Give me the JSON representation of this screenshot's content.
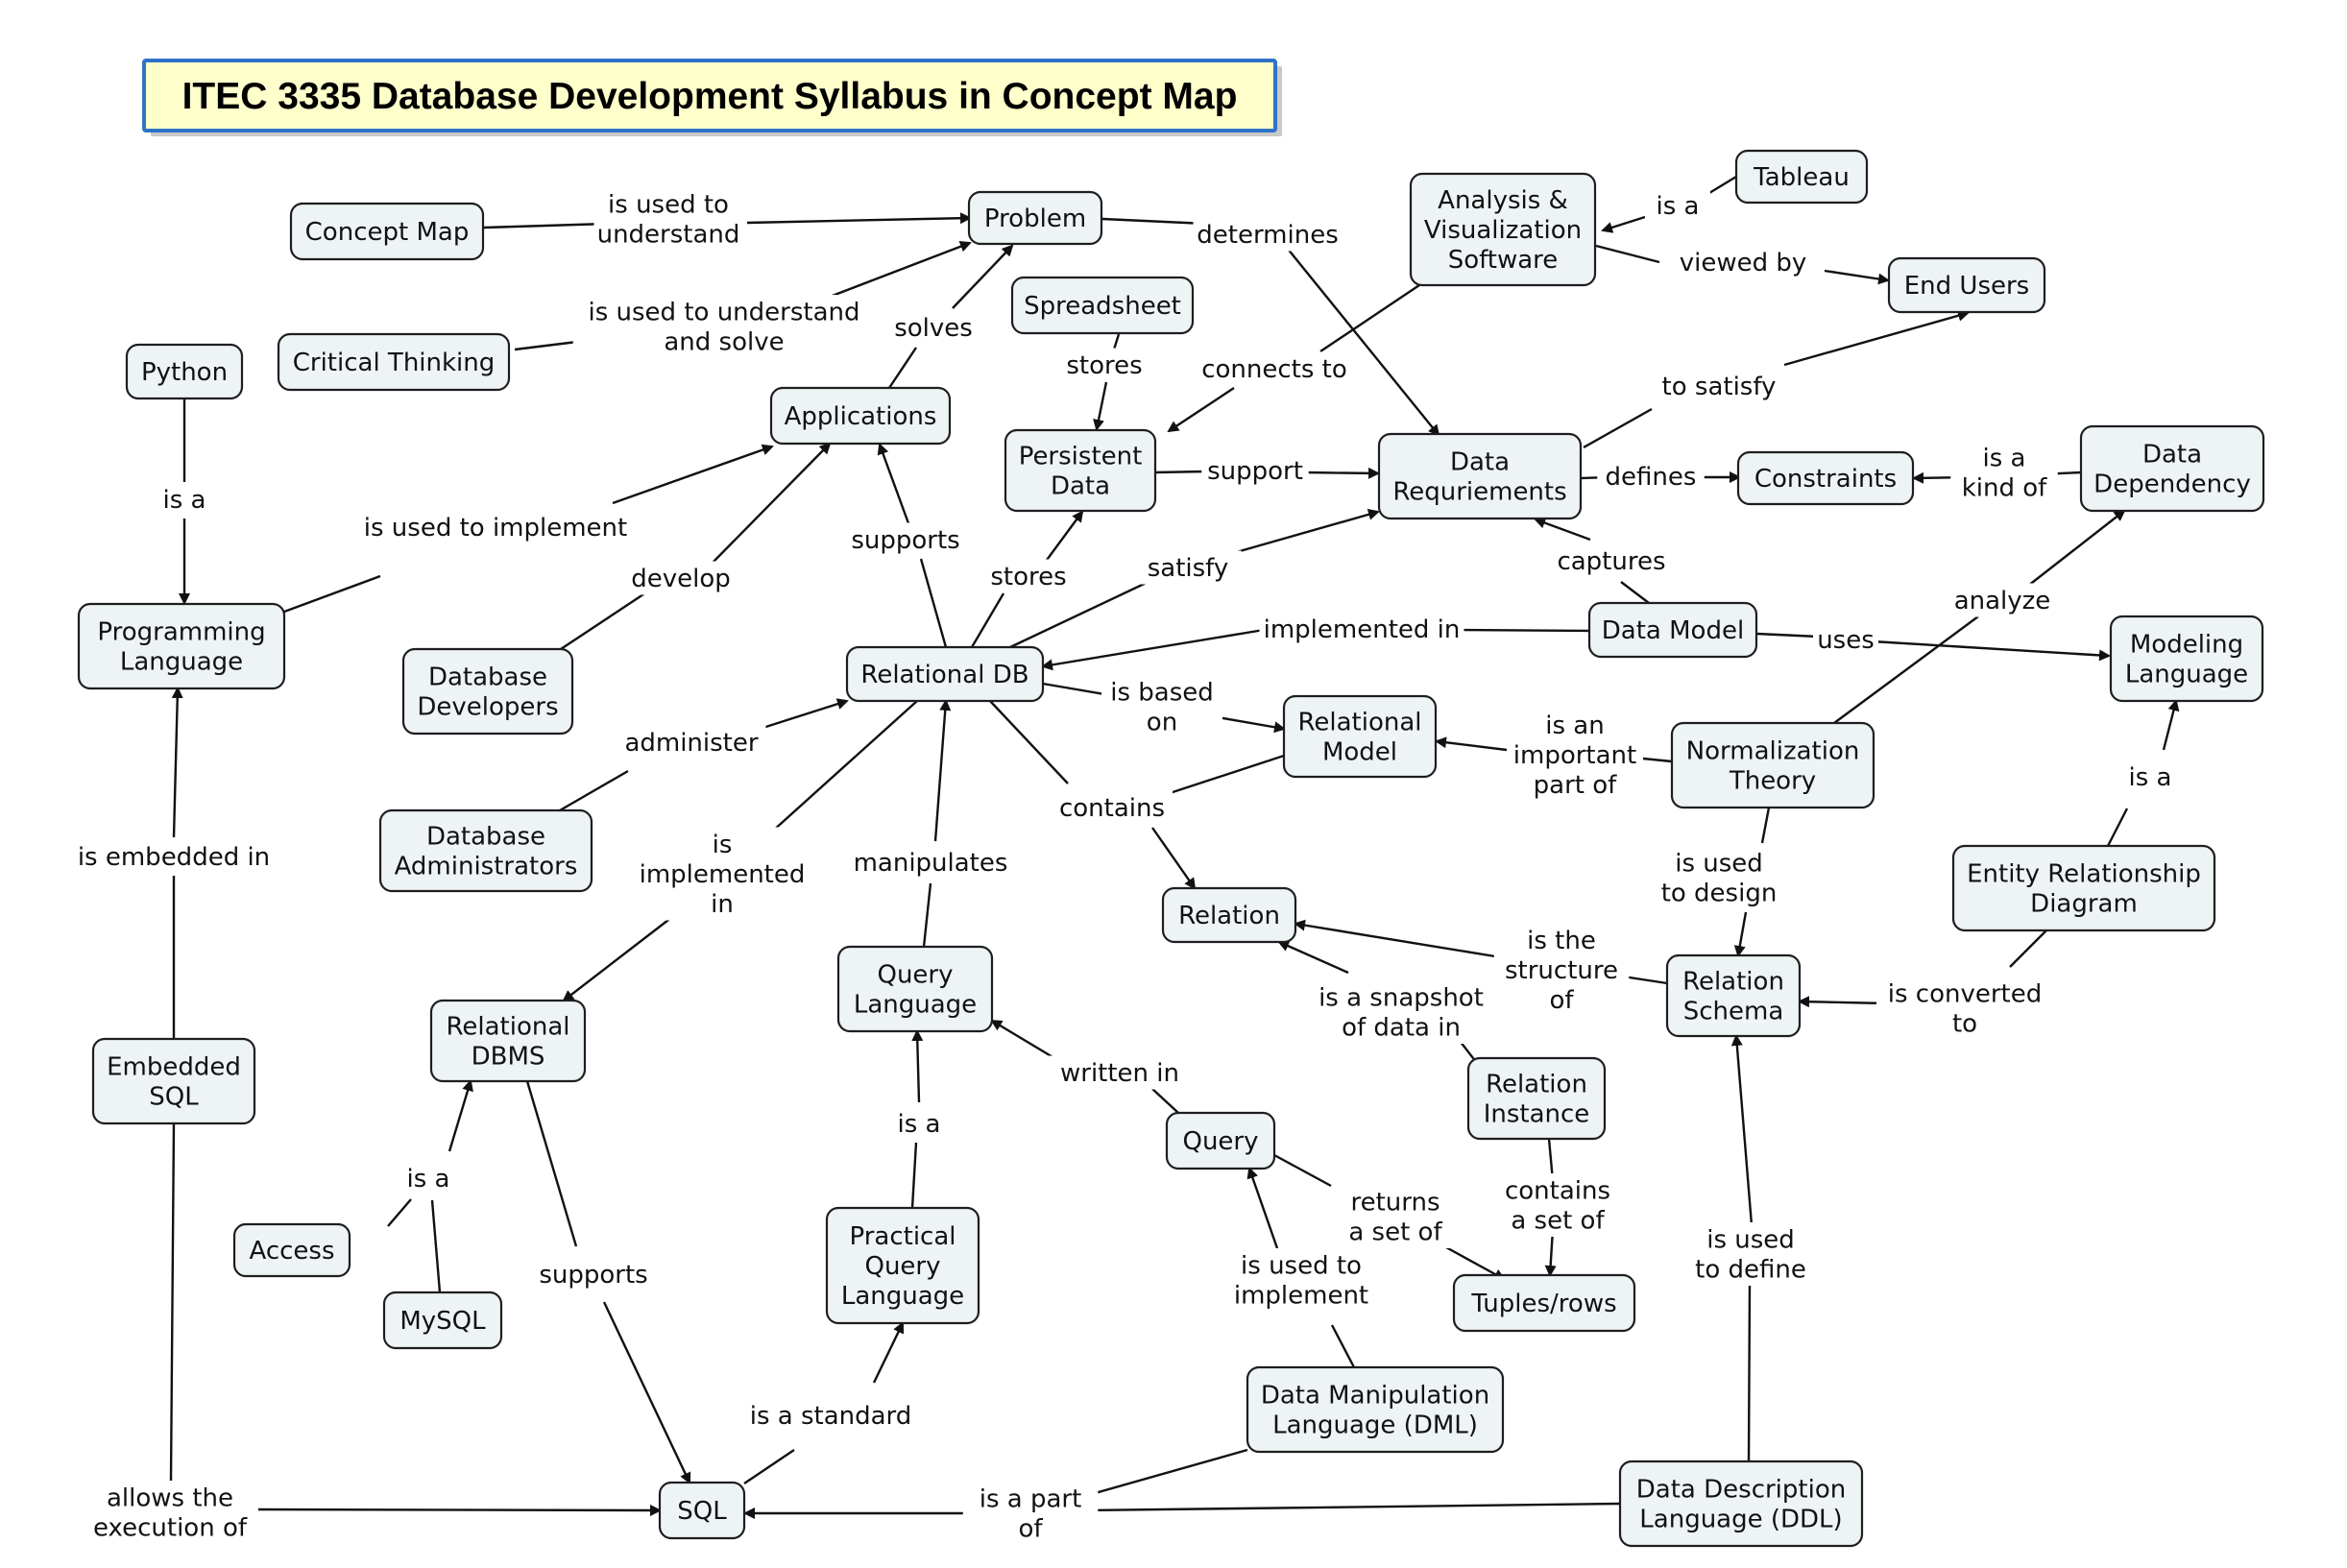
{
  "title": "ITEC 3335 Database Development Syllabus in Concept Map",
  "concepts": {
    "concept_map": [
      "Concept Map"
    ],
    "problem": [
      "Problem"
    ],
    "critical_thinking": [
      "Critical Thinking"
    ],
    "python": [
      "Python"
    ],
    "applications": [
      "Applications"
    ],
    "spreadsheet": [
      "Spreadsheet"
    ],
    "persistent_data": [
      "Persistent",
      "Data"
    ],
    "analysis_software": [
      "Analysis &",
      "Visualization",
      "Software"
    ],
    "tableau": [
      "Tableau"
    ],
    "end_users": [
      "End Users"
    ],
    "data_requirements": [
      "Data",
      "Requriements"
    ],
    "constraints": [
      "Constraints"
    ],
    "data_dependency": [
      "Data",
      "Dependency"
    ],
    "programming_language": [
      "Programming",
      "Language"
    ],
    "database_developers": [
      "Database",
      "Developers"
    ],
    "relational_db": [
      "Relational DB"
    ],
    "data_model": [
      "Data Model"
    ],
    "modeling_language": [
      "Modeling",
      "Language"
    ],
    "relational_model": [
      "Relational",
      "Model"
    ],
    "normalization_theory": [
      "Normalization",
      "Theory"
    ],
    "database_administrators": [
      "Database",
      "Administrators"
    ],
    "relation": [
      "Relation"
    ],
    "erd": [
      "Entity Relationship",
      "Diagram"
    ],
    "query_language": [
      "Query",
      "Language"
    ],
    "relation_schema": [
      "Relation",
      "Schema"
    ],
    "relational_dbms": [
      "Relational",
      "DBMS"
    ],
    "embedded_sql": [
      "Embedded",
      "SQL"
    ],
    "relation_instance": [
      "Relation",
      "Instance"
    ],
    "query": [
      "Query"
    ],
    "access": [
      "Access"
    ],
    "practical_query_language": [
      "Practical",
      "Query",
      "Language"
    ],
    "tuples_rows": [
      "Tuples/rows"
    ],
    "mysql": [
      "MySQL"
    ],
    "dml": [
      "Data Manipulation",
      "Language (DML)"
    ],
    "ddl": [
      "Data Description",
      "Language (DDL)"
    ],
    "sql": [
      "SQL"
    ]
  },
  "links": {
    "used_to_understand": [
      "is used to",
      "understand"
    ],
    "used_to_understand_solve": [
      "is used to understand",
      "and solve"
    ],
    "determines": [
      "determines"
    ],
    "solves": [
      "solves"
    ],
    "is_a_tableau": [
      "is a"
    ],
    "viewed_by": [
      "viewed by"
    ],
    "stores_spreadsheet": [
      "stores"
    ],
    "connects_to": [
      "connects to"
    ],
    "to_satisfy": [
      "to satisfy"
    ],
    "is_a_python": [
      "is a"
    ],
    "support": [
      "support"
    ],
    "defines": [
      "defines"
    ],
    "kind_of": [
      "is a",
      "kind of"
    ],
    "used_to_implement": [
      "is used to implement"
    ],
    "supports_apps": [
      "supports"
    ],
    "stores_rdb": [
      "stores"
    ],
    "satisfy": [
      "satisfy"
    ],
    "captures": [
      "captures"
    ],
    "develop": [
      "develop"
    ],
    "analyze": [
      "analyze"
    ],
    "implemented_in": [
      "implemented in"
    ],
    "uses": [
      "uses"
    ],
    "based_on": [
      "is based",
      "on"
    ],
    "important_part": [
      "is an",
      "important",
      "part of"
    ],
    "administer": [
      "administer"
    ],
    "is_a_erd": [
      "is a"
    ],
    "contains_rel": [
      "contains"
    ],
    "is_implemented_in": [
      "is",
      "implemented",
      "in"
    ],
    "embedded_in": [
      "is embedded in"
    ],
    "manipulates": [
      "manipulates"
    ],
    "used_to_design": [
      "is used",
      "to design"
    ],
    "structure_of": [
      "is the",
      "structure",
      "of"
    ],
    "snapshot": [
      "is a snapshot",
      "of data in"
    ],
    "converted_to": [
      "is converted",
      "to"
    ],
    "written_in": [
      "written in"
    ],
    "is_a_pql": [
      "is a"
    ],
    "is_a_dbms": [
      "is a"
    ],
    "contains_set": [
      "contains",
      "a set of"
    ],
    "returns_set": [
      "returns",
      "a set of"
    ],
    "used_to_define": [
      "is used",
      "to define"
    ],
    "supports_sql": [
      "supports"
    ],
    "used_to_implement_q": [
      "is used to",
      "implement"
    ],
    "is_a_standard": [
      "is a standard"
    ],
    "allows_execution": [
      "allows the",
      "execution of"
    ],
    "part_of": [
      "is a part",
      "of"
    ]
  }
}
